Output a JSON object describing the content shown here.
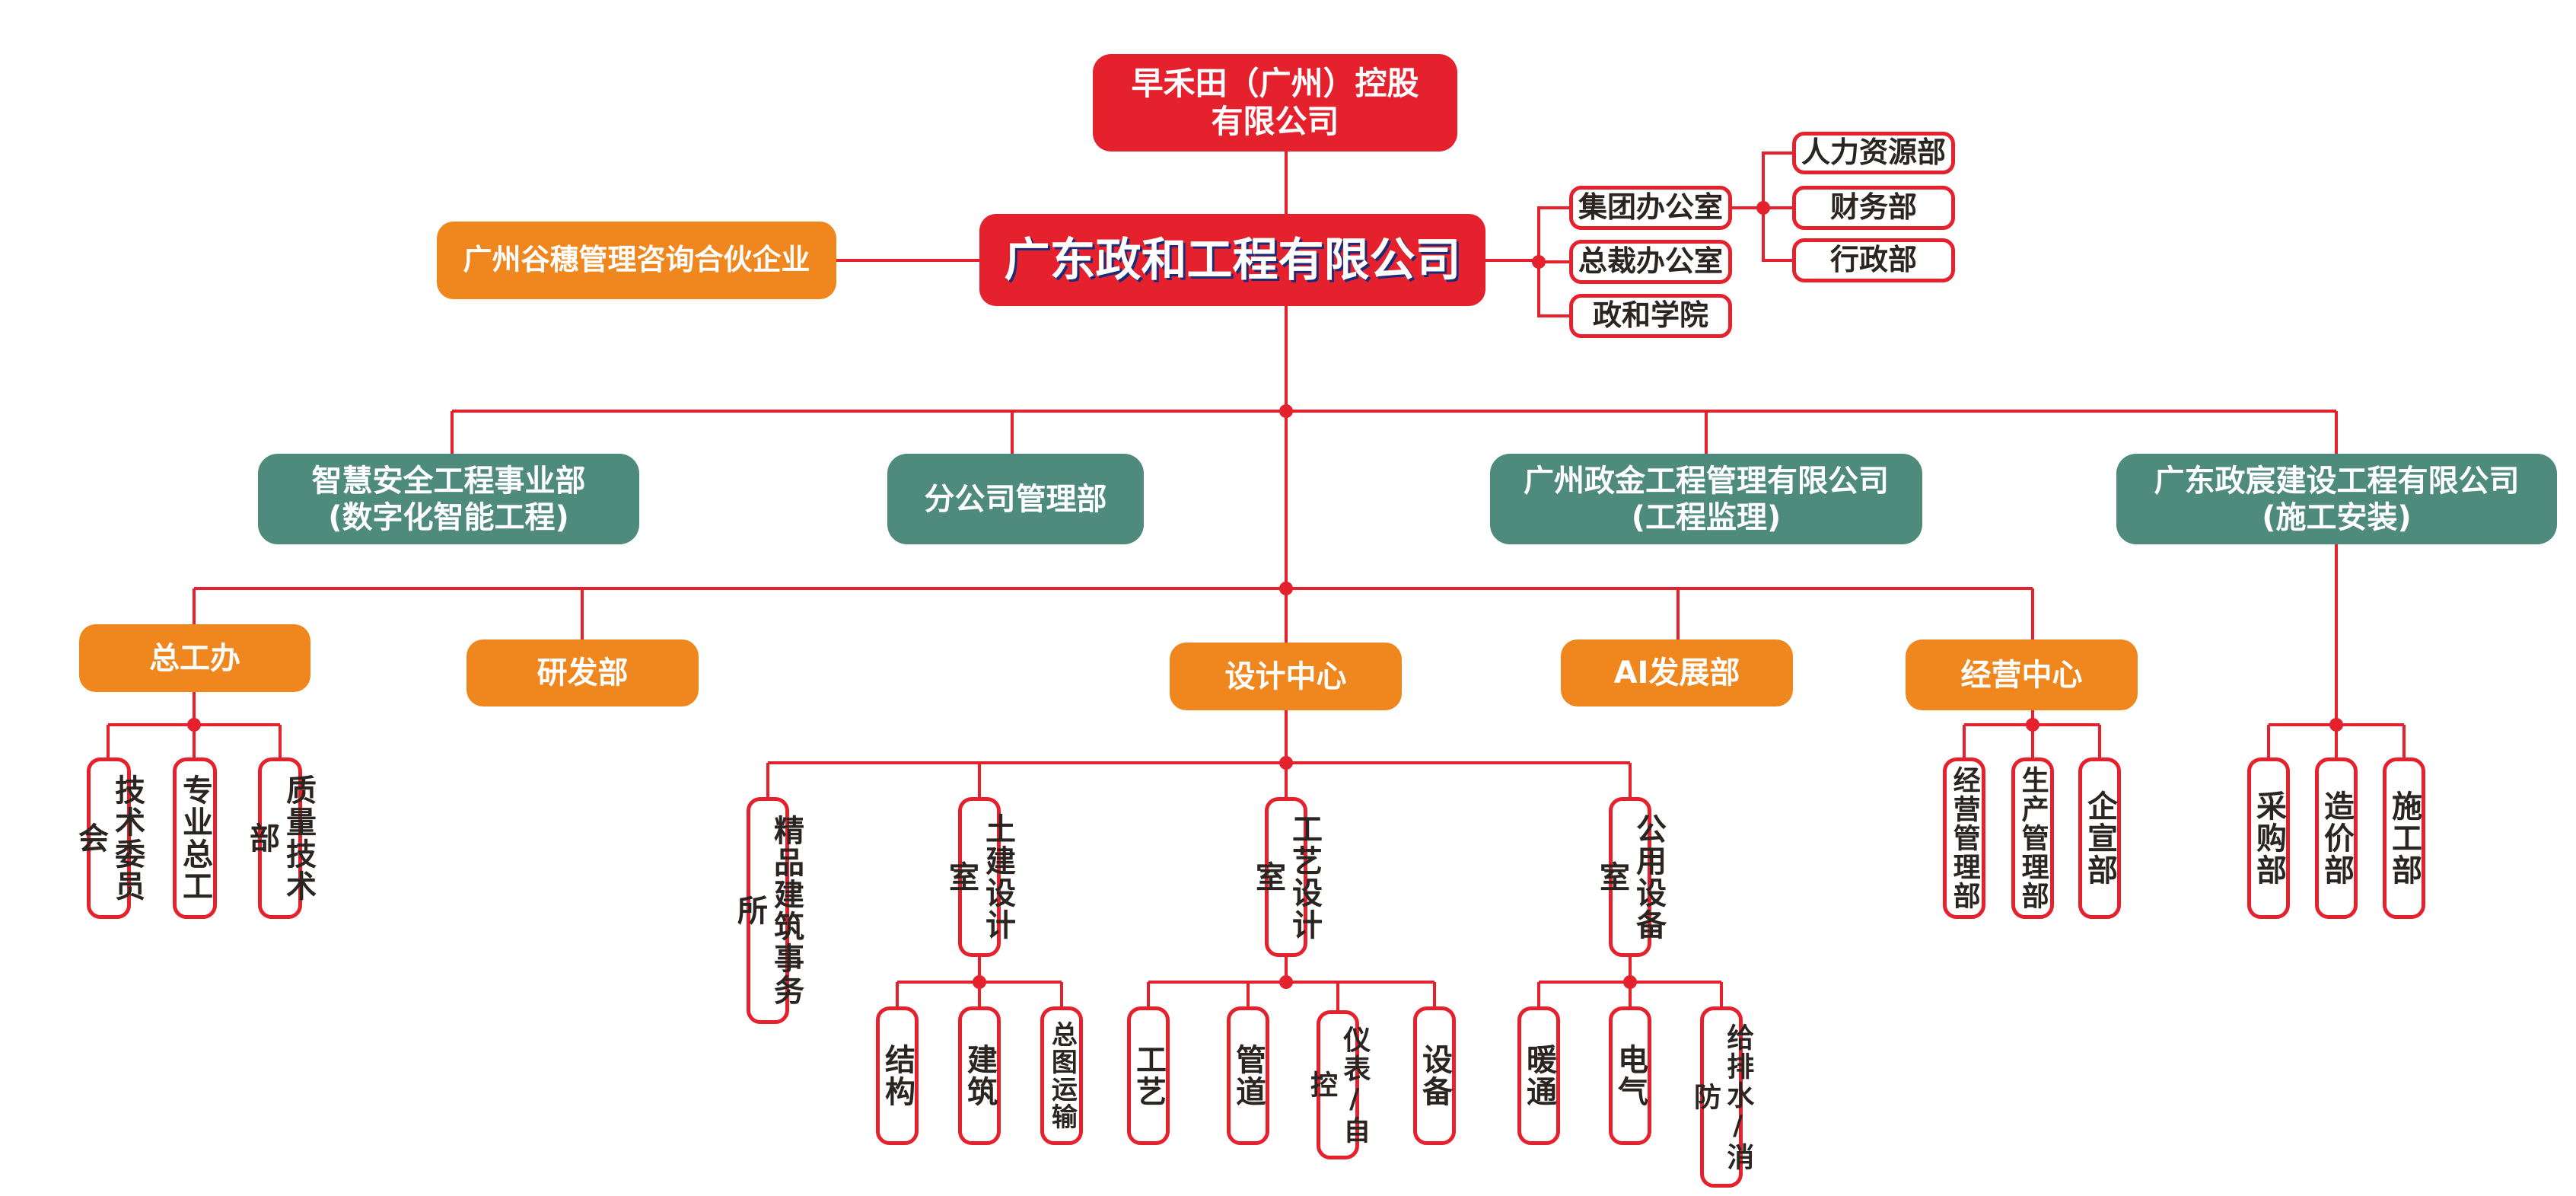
{
  "colors": {
    "primary_red": "#E5212E",
    "green": "#4E8B7C",
    "orange": "#EF871E",
    "text_dark": "#2b2522"
  },
  "holding_company": {
    "line1": "早禾田（广州）控股",
    "line2": "有限公司"
  },
  "main_company": "广东政和工程有限公司",
  "partner": "广州谷穗管理咨询合伙企业",
  "offices": [
    "集团办公室",
    "总裁办公室",
    "政和学院"
  ],
  "group_office_depts": [
    "人力资源部",
    "财务部",
    "行政部"
  ],
  "business_units": [
    {
      "line1": "智慧安全工程事业部",
      "line2": "(数字化智能工程)"
    },
    {
      "line1": "分公司管理部",
      "line2": ""
    },
    {
      "line1": "广州政金工程管理有限公司",
      "line2": "(工程监理)"
    },
    {
      "line1": "广东政宸建设工程有限公司",
      "line2": "(施工安装)"
    }
  ],
  "centers": [
    "总工办",
    "研发部",
    "设计中心",
    "AI发展部",
    "经营中心"
  ],
  "chief_engineer_office": [
    "技术委员会",
    "专业总工",
    "质量技术部"
  ],
  "design_center": {
    "rooms": [
      "精品建筑事务所",
      "土建设计室",
      "工艺设计室",
      "公用设备室"
    ],
    "civil": [
      "结构",
      "建筑",
      "总图运输"
    ],
    "process": [
      "工艺",
      "管道",
      "仪表/自控",
      "设备"
    ],
    "utilities": [
      "暖通",
      "电气",
      "给排水/消防"
    ]
  },
  "business_center": [
    "经营管理部",
    "生产管理部",
    "企宣部"
  ],
  "construction_company": [
    "采购部",
    "造价部",
    "施工部"
  ]
}
